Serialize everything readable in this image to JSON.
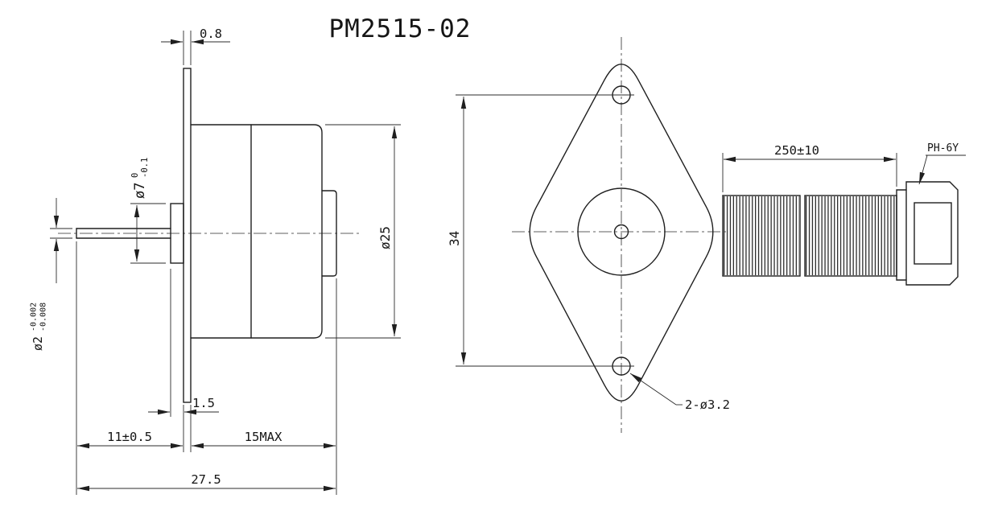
{
  "title": "PM2515-02",
  "side_view": {
    "flange_thickness": "0.8",
    "boss_dia": "ø7",
    "boss_tol_upper": "0",
    "boss_tol_lower": "-0.1",
    "shaft_dia": "ø2",
    "shaft_tol_upper": "-0.002",
    "shaft_tol_lower": "-0.008",
    "body_dia": "ø25",
    "boss_length": "1.5",
    "shaft_length": "11±0.5",
    "body_length": "15MAX",
    "overall_length": "27.5"
  },
  "front_view": {
    "hole_spacing": "34",
    "mounting_holes": "2-ø3.2",
    "lead_length": "250±10",
    "connector_type": "PH-6Y"
  }
}
